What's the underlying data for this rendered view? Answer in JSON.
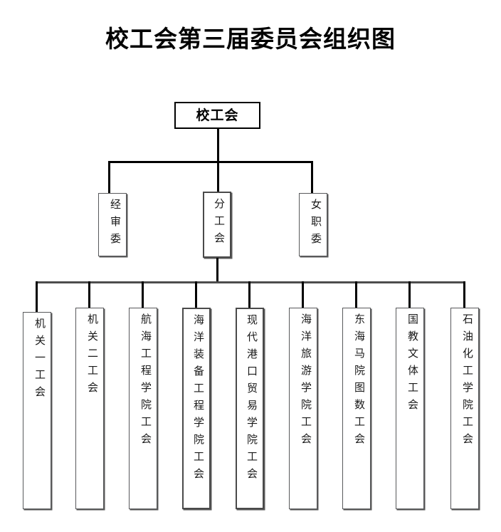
{
  "title": "校工会第三届委员会组织图",
  "chart": {
    "type": "org-chart",
    "root": {
      "label": "校工会",
      "orientation": "horizontal"
    },
    "level2": [
      {
        "label": "经审委",
        "orientation": "vertical"
      },
      {
        "label": "分工会",
        "orientation": "vertical"
      },
      {
        "label": "女职委",
        "orientation": "vertical"
      }
    ],
    "level3_parent": "分工会",
    "level3": [
      {
        "label": "机关一工会",
        "orientation": "vertical"
      },
      {
        "label": "机关二工会",
        "orientation": "vertical"
      },
      {
        "label": "航海工程学院工会",
        "orientation": "vertical"
      },
      {
        "label": "海洋装备工程学院工会",
        "orientation": "vertical"
      },
      {
        "label": "现代港口贸易学院工会",
        "orientation": "vertical"
      },
      {
        "label": "海洋旅游学院工会",
        "orientation": "vertical"
      },
      {
        "label": "东海马院图数工会",
        "orientation": "vertical"
      },
      {
        "label": "国教文体工会",
        "orientation": "vertical"
      },
      {
        "label": "石油化工学院工会",
        "orientation": "vertical"
      }
    ],
    "colors": {
      "background": "#ffffff",
      "line": "#000000",
      "box_border": "#58595b",
      "root_border": "#000000",
      "text": "#000000"
    }
  }
}
